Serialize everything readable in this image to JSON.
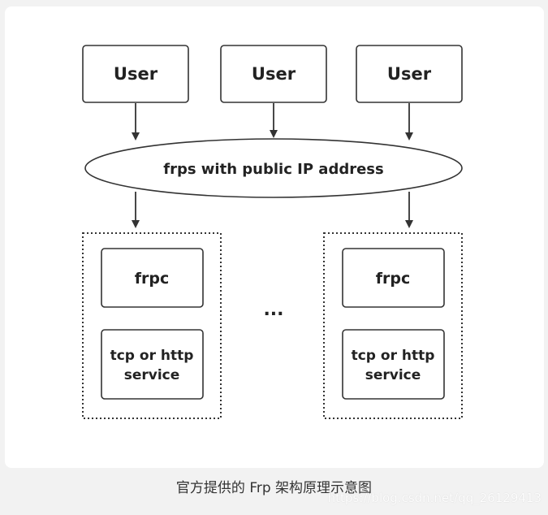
{
  "users": [
    {
      "label": "User"
    },
    {
      "label": "User"
    },
    {
      "label": "User"
    }
  ],
  "server": {
    "label": "frps with public IP address"
  },
  "clients": [
    {
      "frpc_label": "frpc",
      "service_line1": "tcp or http",
      "service_line2": "service"
    },
    {
      "frpc_label": "frpc",
      "service_line1": "tcp or http",
      "service_line2": "service"
    }
  ],
  "ellipsis": "...",
  "caption": "官方提供的 Frp 架构原理示意图",
  "watermark": "https://blog.csdn.net/qq_26129413"
}
